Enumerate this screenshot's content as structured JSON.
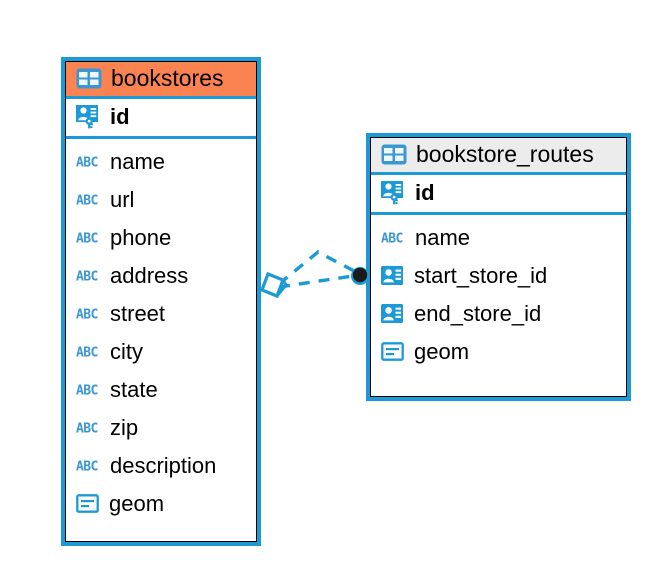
{
  "diagram": {
    "type": "entity-relationship-diagram",
    "background_color": "#ffffff",
    "accent_blue": "#1c9ad6",
    "header_orange": "#fb8251",
    "header_gray": "#ececec"
  },
  "entities": [
    {
      "name": "bookstores",
      "header_label": "bookstores",
      "header_color": "#fb8251",
      "header_icon": "table-icon",
      "primary_key": {
        "label": "id",
        "icon": "primary-key-icon"
      },
      "fields": [
        {
          "label": "name",
          "icon": "abc-text-icon",
          "icon_label": "ABC"
        },
        {
          "label": "url",
          "icon": "abc-text-icon",
          "icon_label": "ABC"
        },
        {
          "label": "phone",
          "icon": "abc-text-icon",
          "icon_label": "ABC"
        },
        {
          "label": "address",
          "icon": "abc-text-icon",
          "icon_label": "ABC"
        },
        {
          "label": "street",
          "icon": "abc-text-icon",
          "icon_label": "ABC"
        },
        {
          "label": "city",
          "icon": "abc-text-icon",
          "icon_label": "ABC"
        },
        {
          "label": "state",
          "icon": "abc-text-icon",
          "icon_label": "ABC"
        },
        {
          "label": "zip",
          "icon": "abc-text-icon",
          "icon_label": "ABC"
        },
        {
          "label": "description",
          "icon": "abc-text-icon",
          "icon_label": "ABC"
        },
        {
          "label": "geom",
          "icon": "geometry-icon",
          "icon_label": ""
        }
      ]
    },
    {
      "name": "bookstore_routes",
      "header_label": "bookstore_routes",
      "header_color": "#ececec",
      "header_icon": "table-icon",
      "primary_key": {
        "label": "id",
        "icon": "primary-key-icon"
      },
      "fields": [
        {
          "label": "name",
          "icon": "abc-text-icon",
          "icon_label": "ABC"
        },
        {
          "label": "start_store_id",
          "icon": "foreign-key-icon",
          "icon_label": ""
        },
        {
          "label": "end_store_id",
          "icon": "foreign-key-icon",
          "icon_label": ""
        },
        {
          "label": "geom",
          "icon": "geometry-icon",
          "icon_label": ""
        }
      ]
    }
  ],
  "relationship": {
    "name": "bookstores-to-bookstore-routes",
    "style": "dashed",
    "color": "#1c9ad6",
    "source_marker": "diamond-marker",
    "target_marker": "filled-circle-marker"
  }
}
